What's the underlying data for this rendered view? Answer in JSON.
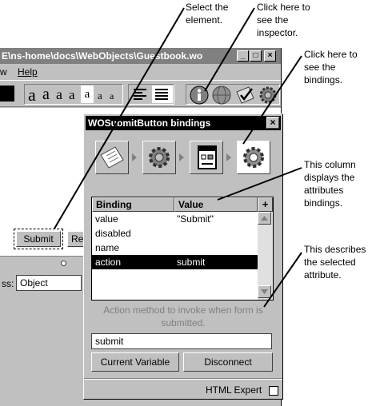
{
  "callouts": {
    "select_element": "Select the\nelement.",
    "inspector": "Click here to\nsee the\ninspector.",
    "bindings": "Click here to\nsee the\nbindings.",
    "column": "This column\ndisplays the\nattributes\nbindings.",
    "describes": "This describes\nthe selected\nattribute."
  },
  "editor": {
    "title": "E\\ns-home\\docs\\WebObjects\\Guestbook.wo",
    "menu": [
      "w",
      "Help"
    ],
    "font_sizes": [
      "a",
      "a",
      "a",
      "a",
      "a",
      "a",
      "a"
    ],
    "submit_label": "Submit",
    "reset_label": "Re",
    "class_label": "ss:",
    "class_value": "Object"
  },
  "inspector": {
    "title": "WOSubmitButton bindings",
    "columns": {
      "binding": "Binding",
      "value": "Value"
    },
    "rows": [
      {
        "binding": "value",
        "value": "\"Submit\""
      },
      {
        "binding": "disabled",
        "value": ""
      },
      {
        "binding": "name",
        "value": ""
      },
      {
        "binding": "action",
        "value": "submit"
      }
    ],
    "selected_row": 3,
    "description": "Action method to invoke when form is\nsubmitted.",
    "value_field": "submit",
    "current_variable": "Current Variable",
    "disconnect": "Disconnect",
    "html_expert": "HTML Expert"
  }
}
